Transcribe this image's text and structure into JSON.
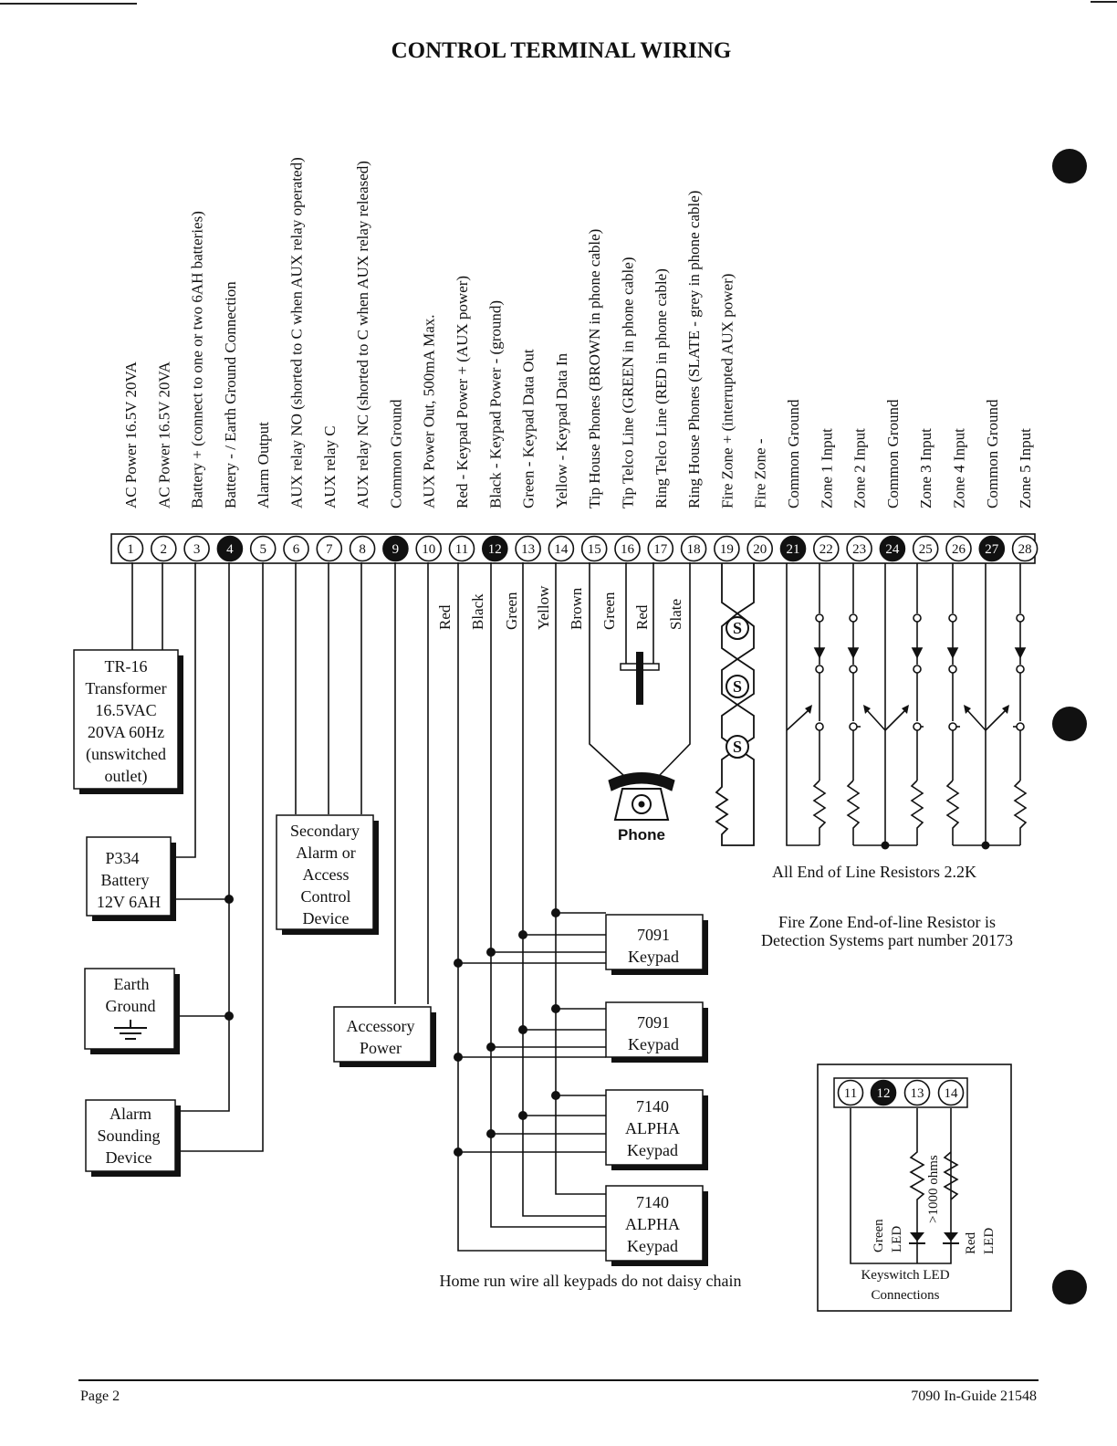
{
  "title": "CONTROL TERMINAL WIRING",
  "terminals": [
    {
      "num": "1",
      "label": "AC  Power 16.5V 20VA",
      "dark": false
    },
    {
      "num": "2",
      "label": "AC  Power 16.5V 20VA",
      "dark": false
    },
    {
      "num": "3",
      "label": "Battery + (connect to one or two 6AH batteries)",
      "dark": false
    },
    {
      "num": "4",
      "label": "Battery - / Earth Ground Connection",
      "dark": true
    },
    {
      "num": "5",
      "label": "Alarm Output",
      "dark": false
    },
    {
      "num": "6",
      "label": "AUX relay NO (shorted to C when AUX relay operated)",
      "dark": false
    },
    {
      "num": "7",
      "label": "AUX relay C",
      "dark": false
    },
    {
      "num": "8",
      "label": "AUX relay NC (shorted to C when AUX relay released)",
      "dark": false
    },
    {
      "num": "9",
      "label": "Common Ground",
      "dark": true
    },
    {
      "num": "10",
      "label": "AUX Power Out, 500mA Max.",
      "dark": false
    },
    {
      "num": "11",
      "label": "Red - Keypad Power + (AUX power)",
      "dark": false
    },
    {
      "num": "12",
      "label": "Black - Keypad Power - (ground)",
      "dark": true
    },
    {
      "num": "13",
      "label": "Green - Keypad Data Out",
      "dark": false
    },
    {
      "num": "14",
      "label": "Yellow - Keypad Data In",
      "dark": false
    },
    {
      "num": "15",
      "label": "Tip House Phones (BROWN in phone cable)",
      "dark": false
    },
    {
      "num": "16",
      "label": "Tip Telco Line (GREEN in phone cable)",
      "dark": false
    },
    {
      "num": "17",
      "label": "Ring Telco Line (RED in phone cable)",
      "dark": false
    },
    {
      "num": "18",
      "label": "Ring House Phones (SLATE - grey in phone cable)",
      "dark": false
    },
    {
      "num": "19",
      "label": "Fire Zone + (interrupted AUX power)",
      "dark": false
    },
    {
      "num": "20",
      "label": "Fire Zone -",
      "dark": false
    },
    {
      "num": "21",
      "label": "Common Ground",
      "dark": true
    },
    {
      "num": "22",
      "label": "Zone 1 Input",
      "dark": false
    },
    {
      "num": "23",
      "label": "Zone 2 Input",
      "dark": false
    },
    {
      "num": "24",
      "label": "Common Ground",
      "dark": true
    },
    {
      "num": "25",
      "label": "Zone 3 Input",
      "dark": false
    },
    {
      "num": "26",
      "label": "Zone 4 Input",
      "dark": false
    },
    {
      "num": "27",
      "label": "Common Ground",
      "dark": true
    },
    {
      "num": "28",
      "label": "Zone 5 Input",
      "dark": false
    }
  ],
  "wire_labels": [
    "Red",
    "Black",
    "Green",
    "Yellow",
    "Brown",
    "Green",
    "Red",
    "Slate"
  ],
  "boxes": {
    "transformer": [
      "TR-16",
      "Transformer",
      "16.5VAC",
      "20VA 60Hz",
      "(unswitched",
      "outlet)"
    ],
    "battery": [
      "P334",
      "Battery",
      "12V 6AH"
    ],
    "earth": [
      "Earth",
      "Ground"
    ],
    "alarm": [
      "Alarm",
      "Sounding",
      "Device"
    ],
    "secondary": [
      "Secondary",
      "Alarm or",
      "Access",
      "Control",
      "Device"
    ],
    "accessory": [
      "Accessory",
      "Power"
    ],
    "keypads": [
      [
        "7091",
        "Keypad"
      ],
      [
        "7091",
        "Keypad"
      ],
      [
        "7140",
        "ALPHA",
        "Keypad"
      ],
      [
        "7140",
        "ALPHA",
        "Keypad"
      ]
    ]
  },
  "phone_label": "Phone",
  "eol_note": "All End of Line Resistors 2.2K",
  "fire_note": [
    "Fire Zone End-of-line Resistor is",
    "Detection Systems part number 20173"
  ],
  "homerun_note": "Home run wire all keypads do not daisy chain",
  "keyswitch": {
    "terminals": [
      {
        "num": "11",
        "dark": false
      },
      {
        "num": "12",
        "dark": true
      },
      {
        "num": "13",
        "dark": false
      },
      {
        "num": "14",
        "dark": false
      }
    ],
    "resistor_label": ">1000 ohms",
    "green_led": [
      "Green",
      "LED"
    ],
    "red_led": [
      "Red",
      "LED"
    ],
    "caption": [
      "Keyswitch LED",
      "Connections"
    ]
  },
  "footer": {
    "left": "Page 2",
    "right": "7090 In-Guide 21548"
  }
}
